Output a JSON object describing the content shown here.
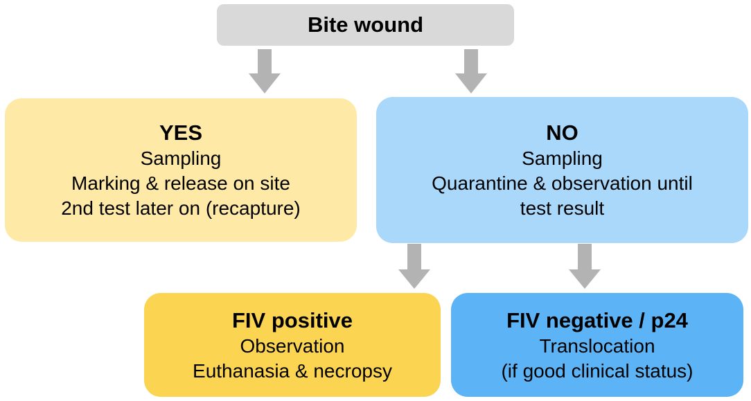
{
  "top": {
    "title": "Bite wound"
  },
  "yes": {
    "title": "YES",
    "lines": [
      "Sampling",
      "Marking & release on site",
      "2nd test later on (recapture)"
    ]
  },
  "no": {
    "title": "NO",
    "lines": [
      "Sampling",
      "Quarantine & observation until",
      "test result"
    ]
  },
  "fiv_positive": {
    "title": "FIV positive",
    "lines": [
      "Observation",
      "Euthanasia & necropsy"
    ]
  },
  "fiv_negative": {
    "title": "FIV negative / p24",
    "lines": [
      "Translocation",
      "(if good clinical status)"
    ]
  },
  "colors": {
    "top_box": "#d9d9d9",
    "yes_box": "#feeaa6",
    "no_box": "#a9d8fb",
    "fiv_positive_box": "#fbd451",
    "fiv_negative_box": "#5cb4f6",
    "arrow": "#b3b3b3"
  }
}
